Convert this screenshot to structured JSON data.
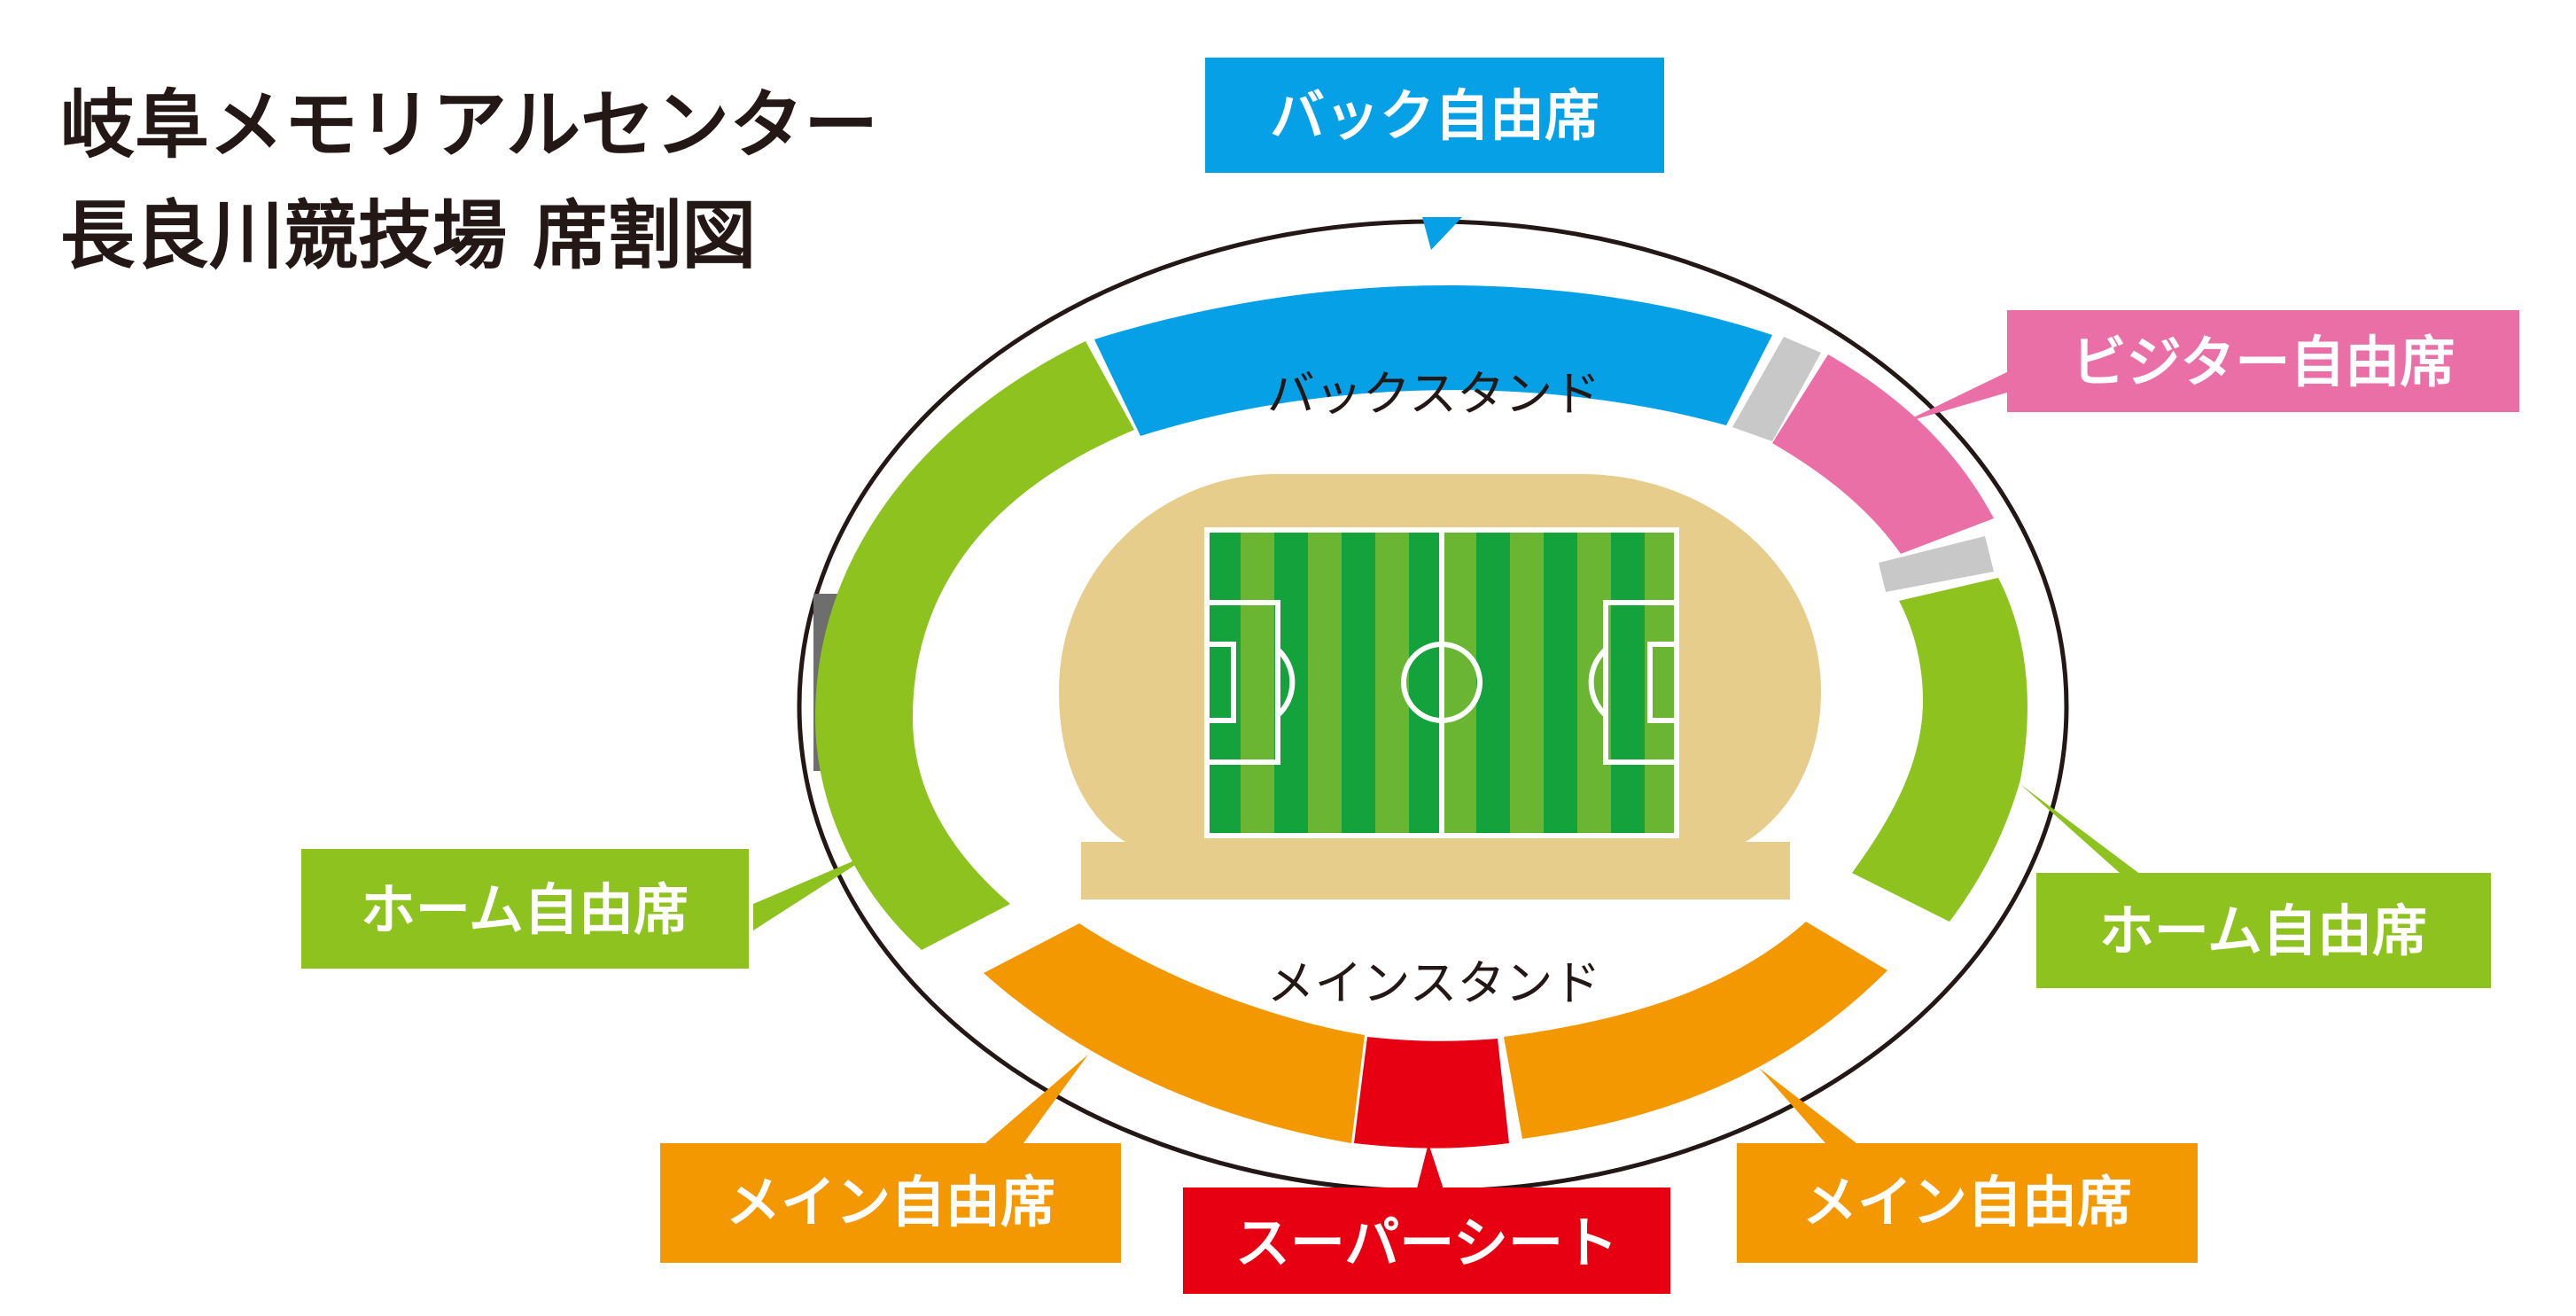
{
  "title": {
    "line1": "岐阜メモリアルセンター",
    "line2": "長良川競技場 席割図"
  },
  "stands": {
    "back": "バックスタンド",
    "main": "メインスタンド"
  },
  "labels": {
    "back_free": "バック自由席",
    "visitor_free": "ビジター自由席",
    "home_free_left": "ホーム自由席",
    "home_free_right": "ホーム自由席",
    "main_free_left": "メイン自由席",
    "main_free_right": "メイン自由席",
    "super_seat": "スーパーシート"
  },
  "colors": {
    "back_blue": "#06a0e6",
    "visitor_pink": "#ea6fa6",
    "home_green": "#8dc21f",
    "main_orange": "#f39800",
    "super_red": "#e60012",
    "track_beige": "#e6cd8c",
    "pitch_dark": "#14a23c",
    "pitch_light": "#6ab531",
    "gap_gray": "#c8c8c8",
    "scoreboard_gray": "#6e6e6e"
  }
}
